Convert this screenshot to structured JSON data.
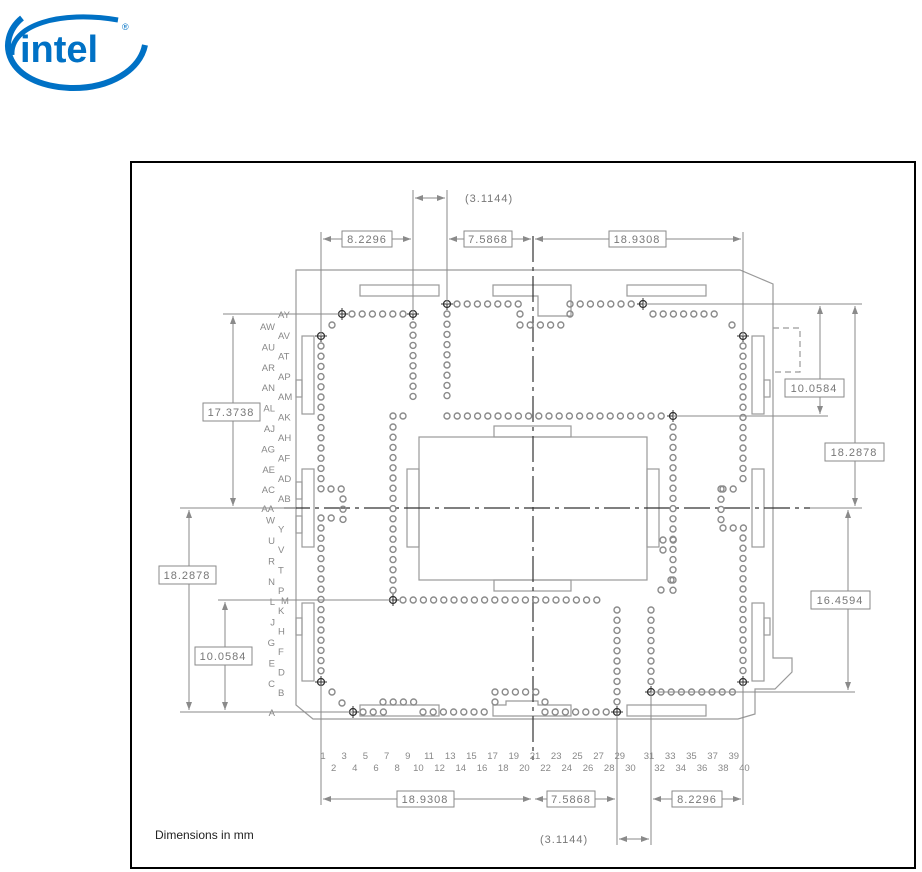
{
  "brand": {
    "logo_text": "intel",
    "registered_mark": "®",
    "color": "#0071c5"
  },
  "note": "Dimensions in mm",
  "dimensions": {
    "top": {
      "left_span": "8.2296",
      "ref_gap": "(3.1144)",
      "mid_span": "7.5868",
      "right_span": "18.9308"
    },
    "bottom": {
      "left_span": "18.9308",
      "mid_span": "7.5868",
      "right_span": "8.2296",
      "ref_gap": "(3.1144)"
    },
    "left": {
      "upper_span": "17.3738",
      "lower_outer_span": "18.2878",
      "lower_inner_span": "10.0584"
    },
    "right": {
      "upper_inner_span": "10.0584",
      "upper_outer_span": "18.2878",
      "lower_span": "16.4594"
    }
  },
  "row_labels": {
    "outer": [
      "AW",
      "AU",
      "AR",
      "AN",
      "AL",
      "AJ",
      "AG",
      "AE",
      "AC",
      "W",
      "U",
      "R",
      "N",
      "L",
      "J",
      "G",
      "E",
      "C"
    ],
    "inner": [
      "AV",
      "AT",
      "AP",
      "AM",
      "AK",
      "AH",
      "AF",
      "AD",
      "AB",
      "Y",
      "V",
      "T",
      "P",
      "K",
      "H",
      "F",
      "D",
      "B"
    ],
    "datum": [
      "AY",
      "AA",
      "M",
      "A"
    ]
  },
  "column_labels": {
    "odd": [
      "1",
      "3",
      "5",
      "7",
      "9",
      "11",
      "13",
      "15",
      "17",
      "19",
      "21",
      "23",
      "25",
      "27",
      "29",
      "31",
      "33",
      "35",
      "37",
      "39"
    ],
    "even": [
      "2",
      "4",
      "6",
      "8",
      "10",
      "12",
      "14",
      "16",
      "18",
      "20",
      "22",
      "24",
      "26",
      "28",
      "30",
      "32",
      "34",
      "36",
      "38",
      "40"
    ]
  },
  "colors": {
    "line": "#8a8a8a",
    "pad": "#8a8a8a",
    "centerline": "#333333",
    "frame": "#000000"
  }
}
